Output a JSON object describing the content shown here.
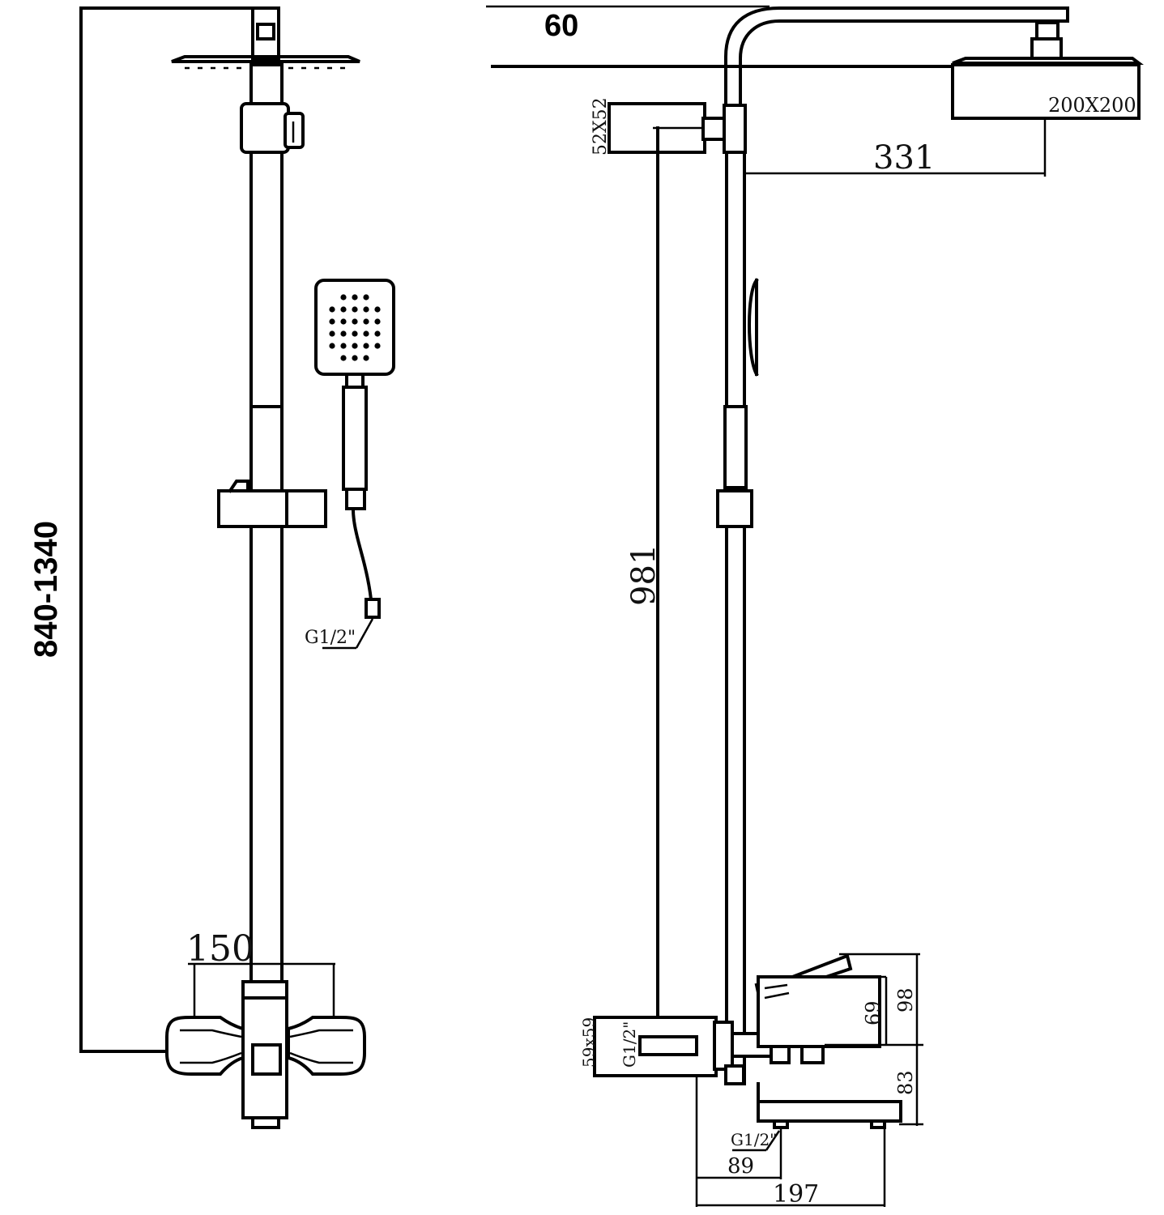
{
  "dims": {
    "height_range": "840-1340",
    "head_offset": "60",
    "arm_length": "331",
    "head_size": "200X200",
    "valve_size": "52X52",
    "slider_height": "981",
    "spacing_150": "150",
    "hose_thread": "G1/2\"",
    "wall_box": "59x59",
    "inlet_thread": "G1/2\"",
    "spout_thread": "G1/2\"",
    "dim_98": "98",
    "dim_69": "69",
    "dim_83": "83",
    "dim_89": "89",
    "dim_197": "197"
  }
}
